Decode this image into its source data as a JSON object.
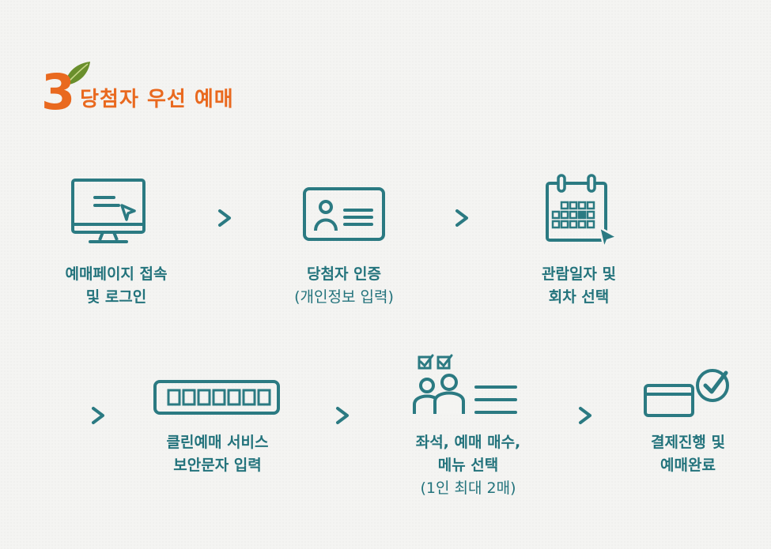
{
  "heading": {
    "number": "3",
    "title": "당첨자 우선 예매"
  },
  "steps": [
    {
      "line1": "예매페이지 접속",
      "line2": "및 로그인",
      "icon": "monitor-icon"
    },
    {
      "line1": "당첨자 인증",
      "line2": "(개인정보 입력)",
      "icon": "id-card-icon"
    },
    {
      "line1": "관람일자 및",
      "line2": "회차 선택",
      "icon": "calendar-icon"
    },
    {
      "line1": "클린예매 서비스",
      "line2": "보안문자 입력",
      "icon": "password-field-icon"
    },
    {
      "line1": "좌석, 예매 매수,",
      "line2": "메뉴 선택",
      "line3": "(1인 최대 2매)",
      "icon": "people-checklist-icon"
    },
    {
      "line1": "결제진행 및",
      "line2": "예매완료",
      "icon": "payment-check-icon"
    }
  ],
  "colors": {
    "accent": "#e9691f",
    "teal": "#2b7a82",
    "leaf": "#6a8f2c",
    "background": "#f4f4f2"
  }
}
